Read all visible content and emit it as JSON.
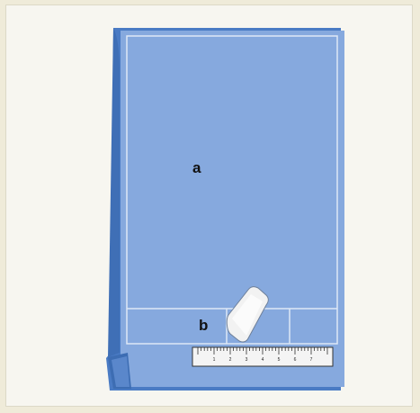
{
  "labels": {
    "a": "a",
    "b": "b"
  },
  "ruler": {
    "numbers": [
      "1",
      "2",
      "3",
      "4",
      "5",
      "6",
      "7"
    ]
  },
  "colors": {
    "background": "#efebd9",
    "panel": "#f7f6f0",
    "paper_back": "#4a7bc4",
    "paper_front": "#86a9de",
    "guide_lines": "#dde8f6",
    "eraser": "#f2f2f2",
    "ruler": "#f4f4f4"
  },
  "icons": {
    "eraser": "eraser-icon",
    "ruler": "ruler-icon"
  }
}
